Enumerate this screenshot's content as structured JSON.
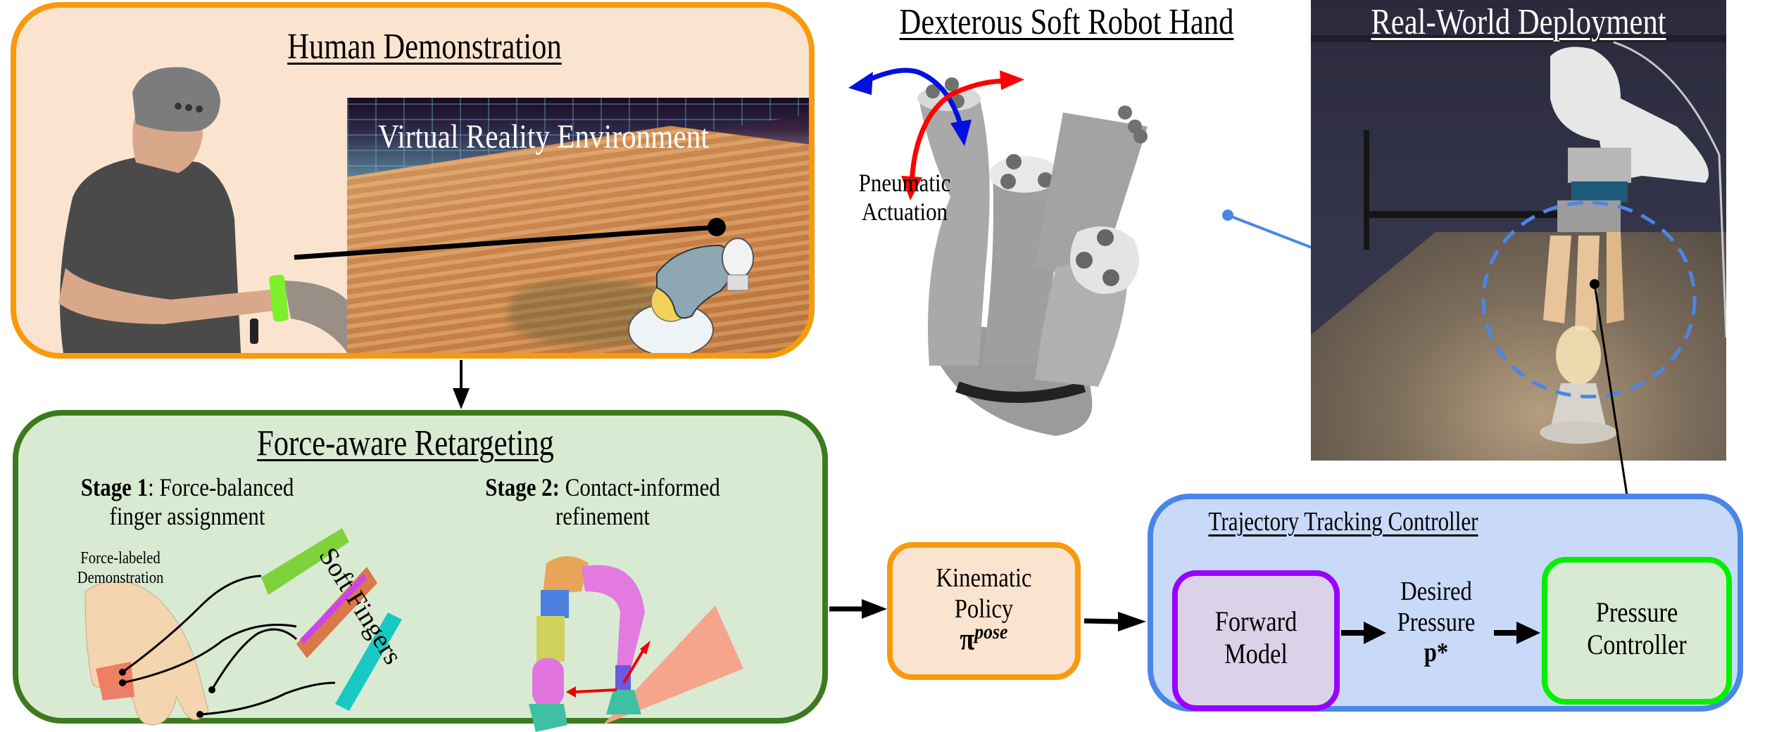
{
  "figure": {
    "human_demo": {
      "title": "Human Demonstration",
      "vr_label": "Virtual Reality Environment"
    },
    "soft_hand": {
      "title": "Dexterous Soft Robot Hand",
      "actuation_label_line1": "Pneumatic",
      "actuation_label_line2": "Actuation"
    },
    "deployment": {
      "title": "Real-World Deployment"
    },
    "retargeting": {
      "title": "Force-aware Retargeting",
      "stage1_bold": "Stage 1",
      "stage1_rest_line1": ": Force-balanced",
      "stage1_line2": "finger assignment",
      "stage2_bold": "Stage 2:",
      "stage2_rest_line1": " Contact-informed",
      "stage2_line2": "refinement",
      "force_label_line1": "Force-labeled",
      "force_label_line2": "Demonstration",
      "soft_fingers_label": "Soft Fingers"
    },
    "kinematic_policy": {
      "line1": "Kinematic",
      "line2": "Policy",
      "symbol": "π",
      "superscript": "pose"
    },
    "ttc": {
      "title": "Trajectory Tracking Controller",
      "forward_line1": "Forward",
      "forward_line2": "Model",
      "desired_line1": "Desired",
      "desired_line2": "Pressure",
      "desired_symbol": "p*",
      "pc_line1": "Pressure",
      "pc_line2": "Controller"
    },
    "colors": {
      "orange": "#f89a0c",
      "orange_fill": "#fbe4cf",
      "green": "#3c7a1e",
      "green_fill": "#d9ead3",
      "blue": "#4a86e8",
      "blue_fill": "#c9daf8",
      "purple": "#9a00ff",
      "purple_fill": "#d9d2e9",
      "bright_green": "#00f000",
      "arrow_red": "#ff0000",
      "arrow_blue": "#0010e0"
    }
  }
}
